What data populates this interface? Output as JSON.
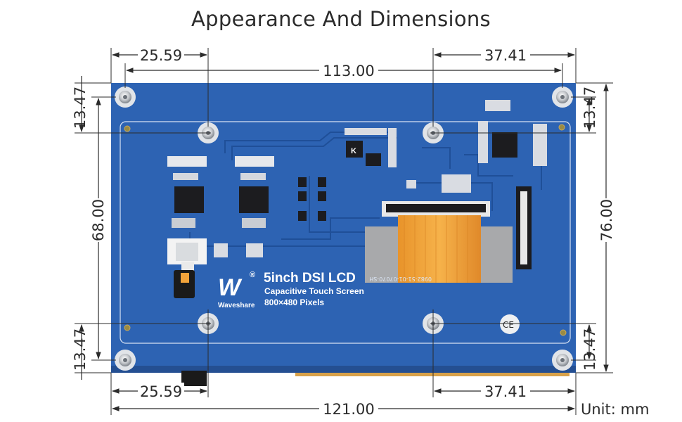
{
  "title": "Appearance And Dimensions",
  "unit_label": "Unit: mm",
  "dimensions": {
    "top_left_hole_offset": "25.59",
    "top_hole_span": "113.00",
    "top_right_hole_offset": "37.41",
    "bottom_left_hole_offset": "25.59",
    "bottom_right_hole_offset": "37.41",
    "overall_width": "121.00",
    "left_top_hole_offset": "13.47",
    "left_hole_span": "68.00",
    "left_bottom_hole_offset": "13.47",
    "right_top_hole_offset": "13.47",
    "overall_height": "76.00",
    "right_bottom_hole_offset": "13.47"
  },
  "board": {
    "product_name": "5inch DSI LCD",
    "feature_line": "Capacitive Touch Screen",
    "resolution_line": "800×480 Pixels",
    "brand_name": "Waveshare",
    "brand_mark": "W",
    "registered_mark": "®",
    "pcb_code": "0982-51-01-07070-SH",
    "ce_mark": "CE",
    "ic_chip": "K",
    "pcb_color": "#2d63b3",
    "flex_cable_color": "#f2a33a"
  }
}
